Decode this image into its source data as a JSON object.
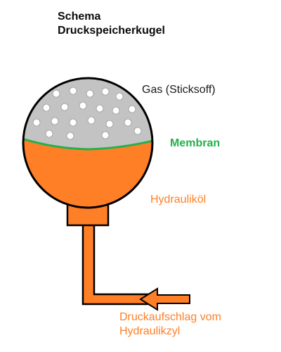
{
  "title": {
    "line1": "Schema",
    "line2": "Druckspeicherkugel"
  },
  "labels": {
    "gas": "Gas (Sticksoff)",
    "membrane": "Membran",
    "oil": "Hydrauliköl",
    "pressure_line1": "Druckaufschlag vom",
    "pressure_line2": "Hydraulikzyl"
  },
  "colors": {
    "oil": "#ff7f27",
    "gas": "#c3c3c3",
    "membrane": "#22b14c",
    "outline": "#000000"
  }
}
